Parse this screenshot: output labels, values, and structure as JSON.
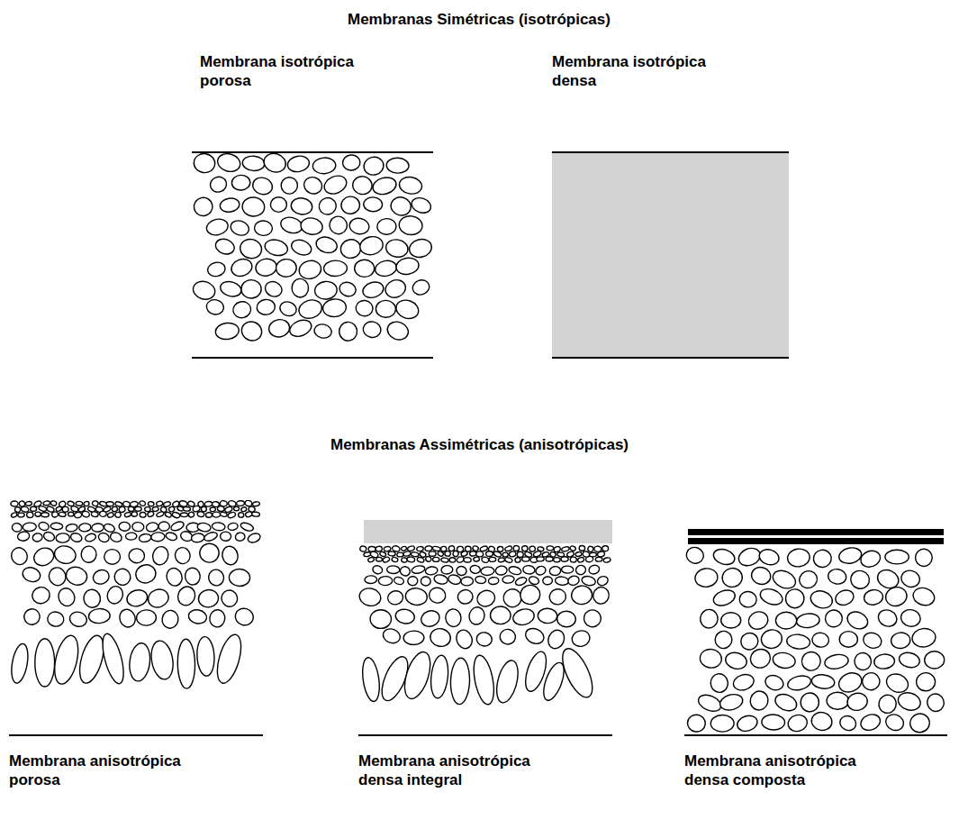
{
  "diagram": {
    "nodes": [
      {
        "text": [
          "Membrana isotrópica porosa"
        ]
      },
      {
        "text": [
          "Membrana isotrópica densa"
        ]
      },
      {
        "text": [
          "Membrana anisotrópica porosa"
        ]
      },
      {
        "text": [
          "Membrana anisotrópica densa integral"
        ]
      },
      {
        "text": [
          "Membrana anisotrópica densa composta"
        ]
      }
    ],
    "labels": [
      "Membranas Simétricas (isotrópicas)",
      "Membranas Assimétricas (anisotrópicas)"
    ]
  }
}
